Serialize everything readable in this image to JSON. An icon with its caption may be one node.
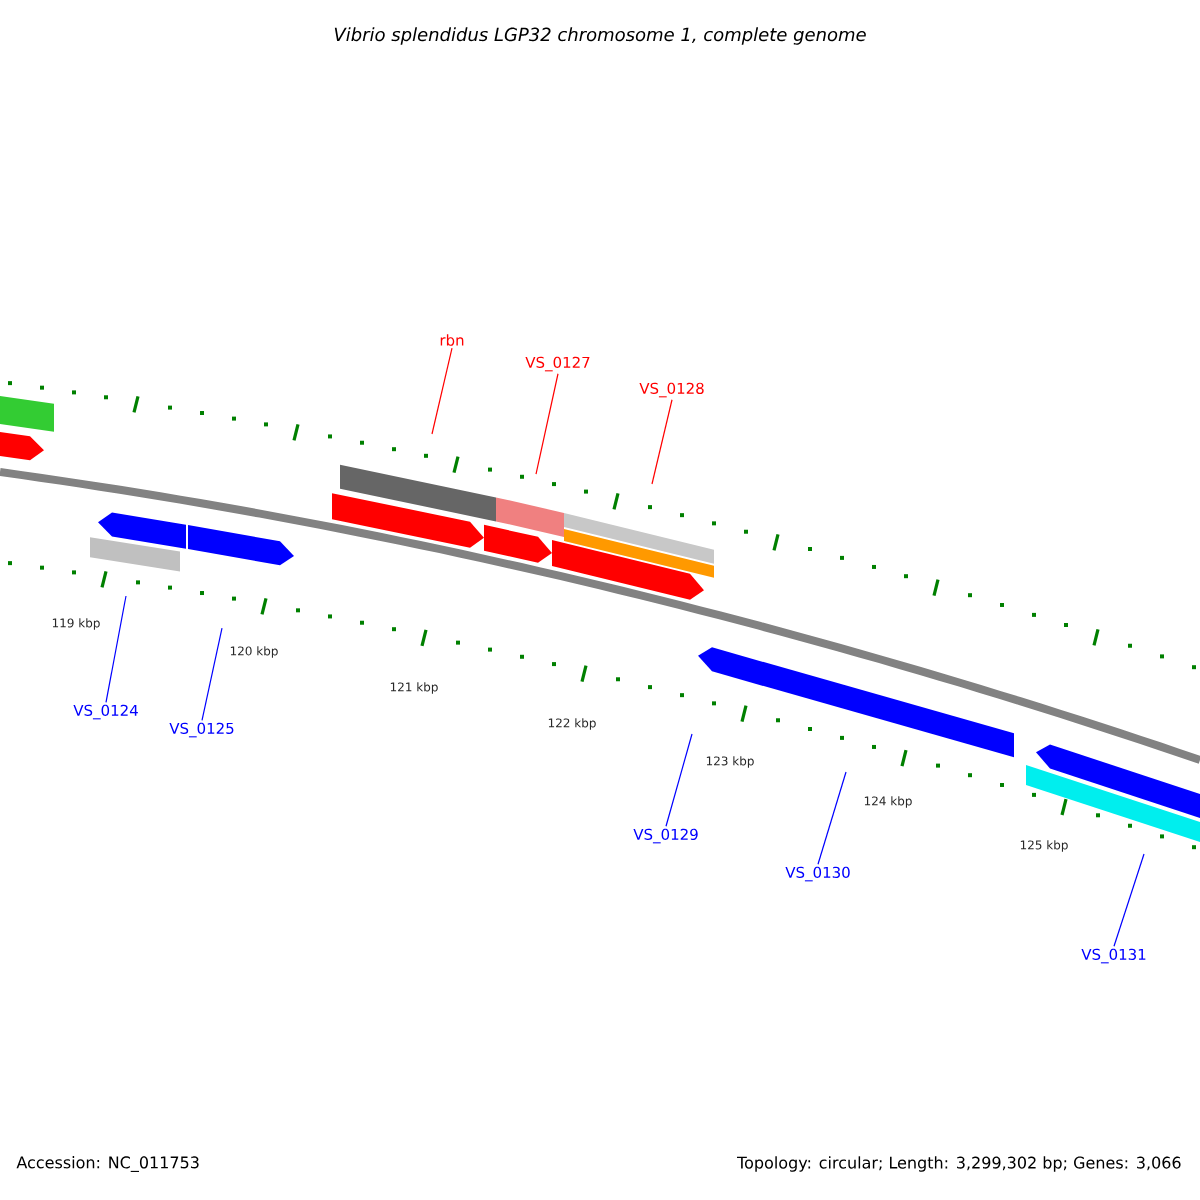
{
  "diagram": {
    "title": "Vibrio splendidus LGP32 chromosome 1, complete genome",
    "nodes": [
      {
        "text": [
          "rbn"
        ]
      },
      {
        "text": [
          "VS_0127"
        ]
      },
      {
        "text": [
          "VS_0128"
        ]
      },
      {
        "text": [
          "VS_0124"
        ]
      },
      {
        "text": [
          "VS_0125"
        ]
      },
      {
        "text": [
          "VS_0129"
        ]
      },
      {
        "text": [
          "VS_0130"
        ]
      },
      {
        "text": [
          "VS_0131"
        ]
      }
    ],
    "edges": [
      {
        "from": 0,
        "to": null,
        "arrow": "none",
        "color": "#ff0000"
      },
      {
        "from": 1,
        "to": null,
        "arrow": "none",
        "color": "#ff0000"
      },
      {
        "from": 2,
        "to": null,
        "arrow": "none",
        "color": "#ff0000"
      },
      {
        "from": 3,
        "to": null,
        "arrow": "none"
      },
      {
        "from": 4,
        "to": null,
        "arrow": "none"
      },
      {
        "from": 5,
        "to": null,
        "arrow": "none"
      },
      {
        "from": 6,
        "to": null,
        "arrow": "none"
      },
      {
        "from": 7,
        "to": null,
        "arrow": "none"
      }
    ],
    "labels": [
      "119 kbp",
      "120 kbp",
      "121 kbp",
      "122 kbp",
      "123 kbp",
      "124 kbp",
      "125 kbp",
      "Accession: NC_011753",
      "Topology: circular; Length: 3,299,302 bp; Genes: 3,066"
    ]
  }
}
